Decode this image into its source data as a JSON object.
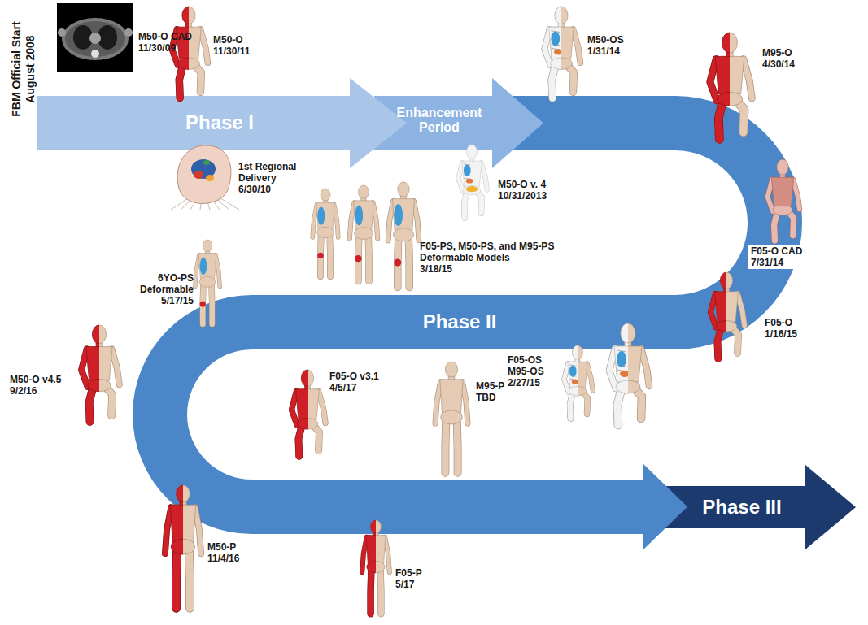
{
  "diagram": {
    "nodes": [
      {
        "text": [
          "Phase I"
        ]
      },
      {
        "text": [
          "Enhancement Period"
        ]
      },
      {
        "text": [
          "Phase II"
        ]
      },
      {
        "text": [
          "Phase III"
        ]
      }
    ],
    "labels": [
      "FBM Official Start",
      "August 2008",
      "M50-O CAD",
      "11/30/09",
      "M50-O",
      "11/30/11",
      "M50-OS",
      "1/31/14",
      "M95-O",
      "4/30/14",
      "1st Regional Delivery",
      "6/30/10",
      "M50-O v. 4",
      "10/31/2013",
      "F05-O CAD",
      "7/31/14",
      "F05-PS, M50-PS, and M95-PS Deformable Models",
      "3/18/15",
      "6YO-PS Deformable",
      "5/17/15",
      "F05-O",
      "1/16/15",
      "F05-OS",
      "M95-OS",
      "2/27/15",
      "M50-O v4.5",
      "9/2/16",
      "F05-O v3.1",
      "4/5/17",
      "M95-P",
      "TBD",
      "M50-P",
      "11/4/16",
      "F05-P",
      "5/17"
    ]
  }
}
